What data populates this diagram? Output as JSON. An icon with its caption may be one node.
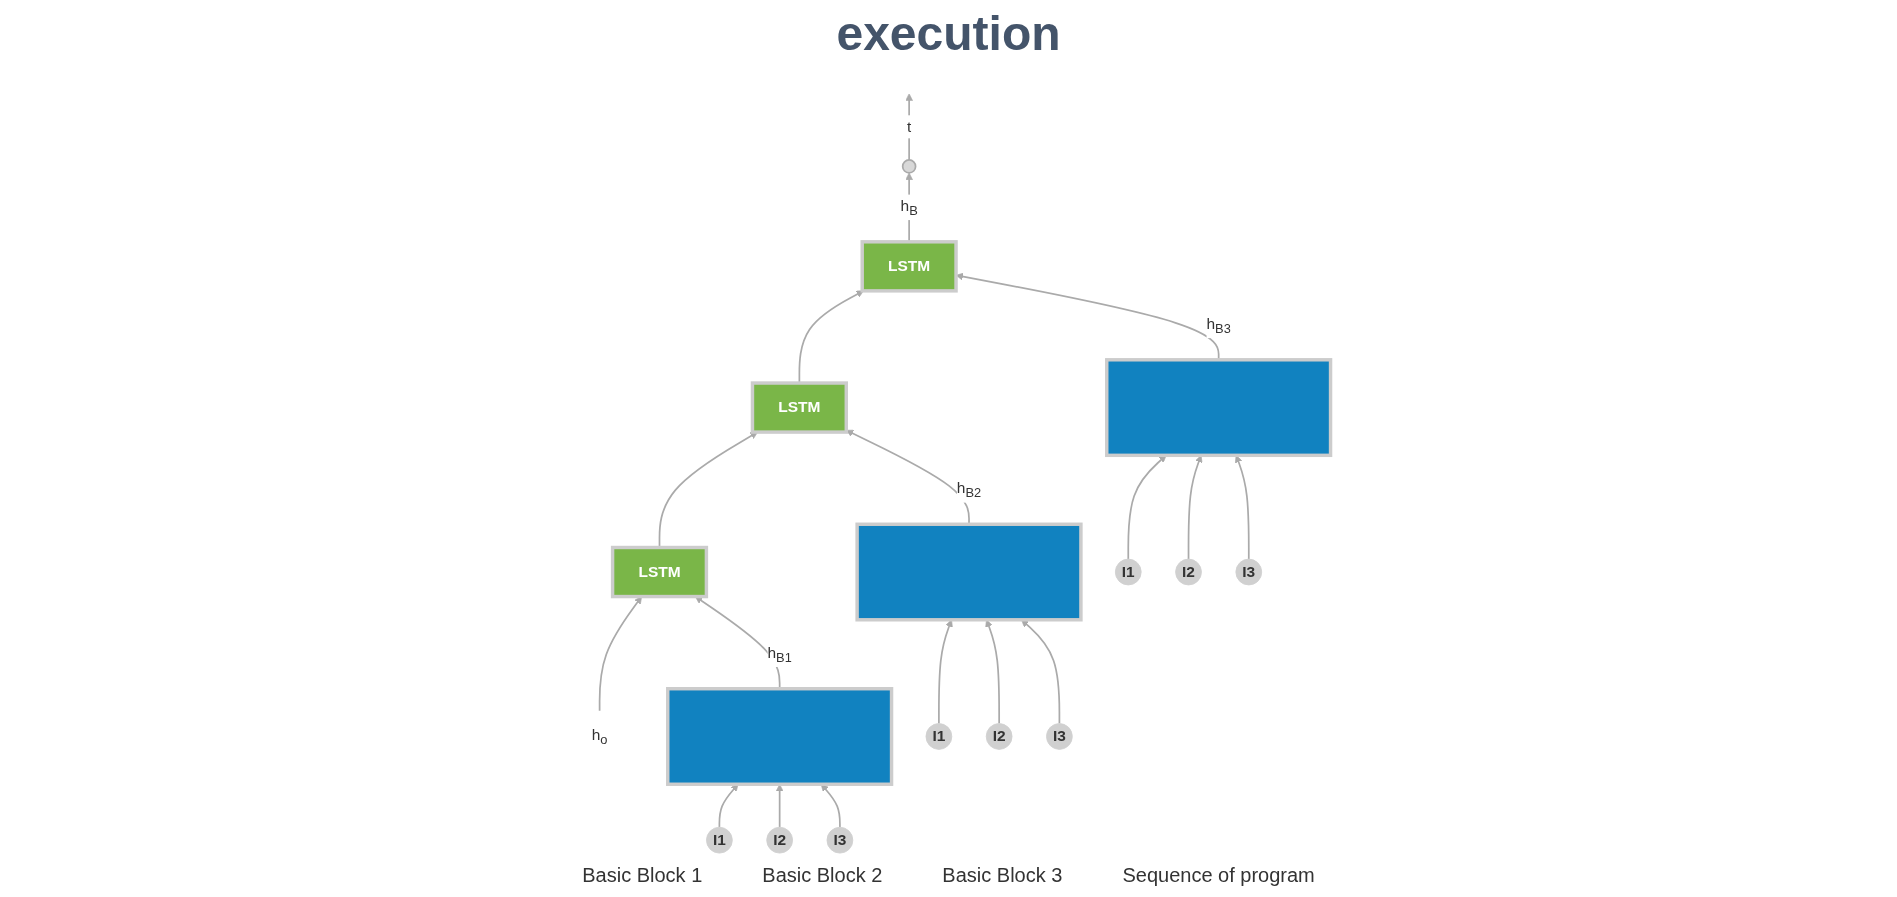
{
  "diagram": {
    "title": "execution",
    "nodes": [
      {
        "text": [],
        "shape": "circle"
      },
      {
        "text": [
          "h$_{o}$"
        ]
      },
      {
        "text": [
          "LSTM"
        ]
      },
      {
        "text": [
          "LSTM"
        ]
      },
      {
        "text": [
          "LSTM"
        ]
      },
      {
        "text": [],
        "shape": "box"
      },
      {
        "text": [],
        "shape": "box"
      },
      {
        "text": [],
        "shape": "box"
      },
      {
        "text": [
          "I1"
        ]
      },
      {
        "text": [
          "I2"
        ]
      },
      {
        "text": [
          "I3"
        ]
      },
      {
        "text": [
          "I1"
        ]
      },
      {
        "text": [
          "I2"
        ]
      },
      {
        "text": [
          "I3"
        ]
      },
      {
        "text": [
          "I1"
        ]
      },
      {
        "text": [
          "I2"
        ]
      },
      {
        "text": [
          "I3"
        ]
      }
    ],
    "edges": [
      {
        "from": 0,
        "to": null,
        "arrow": "to",
        "label": "t"
      },
      {
        "from": 4,
        "to": 0,
        "arrow": "to",
        "label": "h$_{B}$"
      },
      {
        "from": 1,
        "to": 2,
        "arrow": "to"
      },
      {
        "from": 2,
        "to": 3,
        "arrow": "to"
      },
      {
        "from": 3,
        "to": 4,
        "arrow": "to"
      },
      {
        "from": 5,
        "to": 2,
        "arrow": "to",
        "label": "h$_{B1}$"
      },
      {
        "from": 6,
        "to": 3,
        "arrow": "to",
        "label": "h$_{B2}$"
      },
      {
        "from": 7,
        "to": 4,
        "arrow": "to",
        "label": "h$_{B3}$"
      },
      {
        "from": 8,
        "to": 5,
        "arrow": "to"
      },
      {
        "from": 9,
        "to": 5,
        "arrow": "to"
      },
      {
        "from": 10,
        "to": 5,
        "arrow": "to"
      },
      {
        "from": 11,
        "to": 6,
        "arrow": "to"
      },
      {
        "from": 12,
        "to": 6,
        "arrow": "to"
      },
      {
        "from": 13,
        "to": 6,
        "arrow": "to"
      },
      {
        "from": 14,
        "to": 7,
        "arrow": "to"
      },
      {
        "from": 15,
        "to": 7,
        "arrow": "to"
      },
      {
        "from": 16,
        "to": 7,
        "arrow": "to"
      }
    ],
    "labels": [
      "Basic Block 1",
      "Basic Block 2",
      "Basic Block 3",
      "Sequence of program"
    ]
  }
}
